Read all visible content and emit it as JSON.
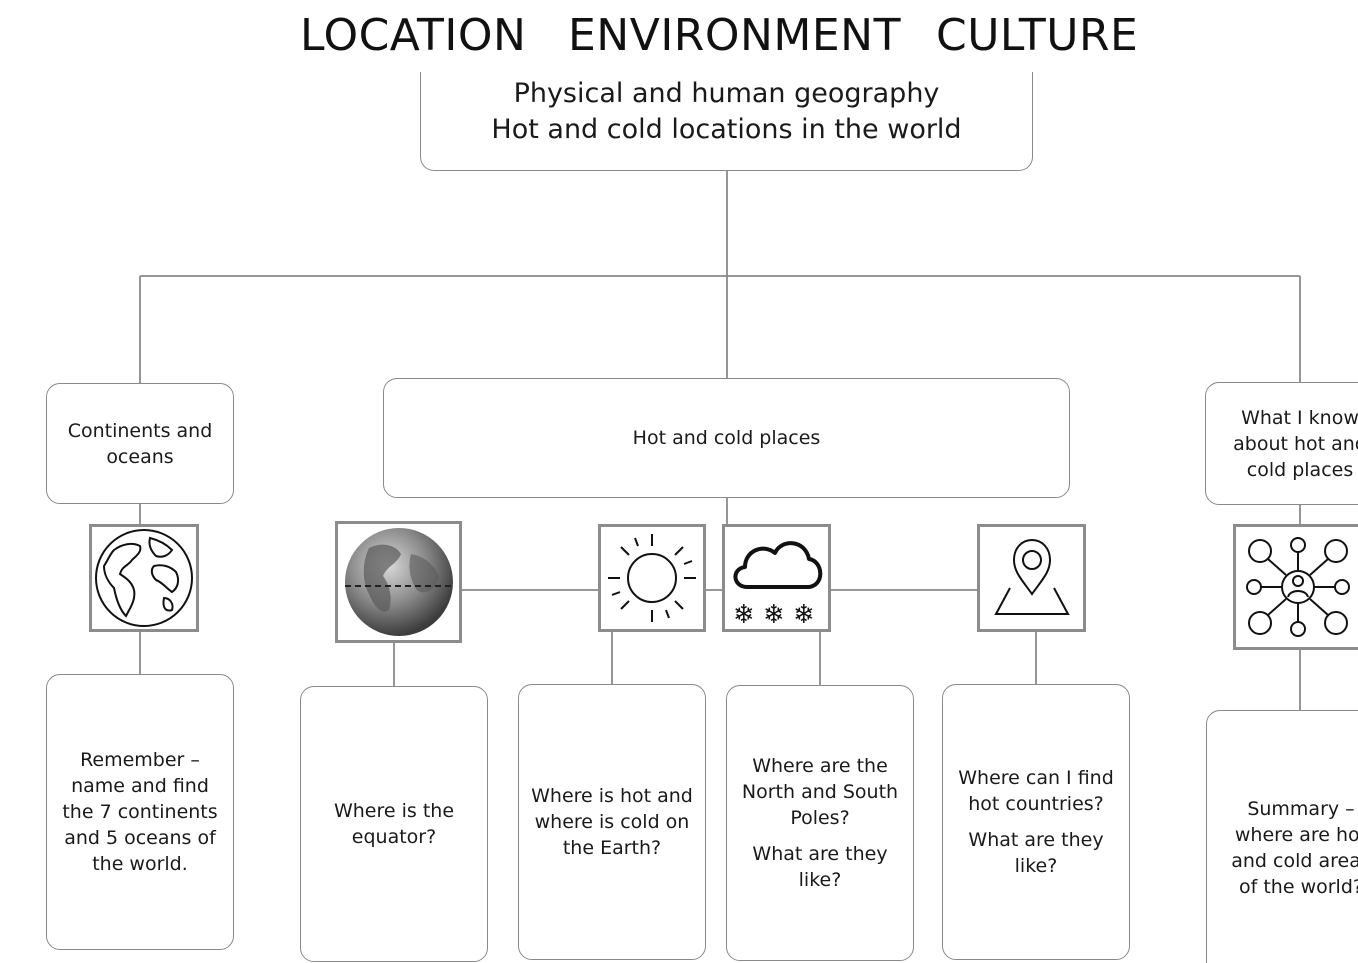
{
  "heading": {
    "location": "LOCATION",
    "environment": "ENVIRONMENT",
    "culture": "CULTURE"
  },
  "root": {
    "line1": "Physical and human geography",
    "line2": "Hot and cold locations in the world"
  },
  "branches": {
    "left": "Continents and oceans",
    "middle": "Hot and cold places",
    "right": "What I know about hot and cold places"
  },
  "lessons": {
    "continents": "Remember – name and find the 7 continents and 5 oceans of the world.",
    "equator": "Where is the equator?",
    "hot_cold": "Where is hot and where is cold on the Earth?",
    "poles_q1": "Where are the North and South Poles?",
    "poles_q2": "What are they like?",
    "hot_countries_q1": "Where can I find hot countries?",
    "hot_countries_q2": "What are they like?",
    "summary": "Summary – where are hot and cold areas of the world?"
  },
  "icons": [
    "globe-outline-icon",
    "earth-equator-icon",
    "sun-icon",
    "cloud-snow-icon",
    "map-pin-icon",
    "network-people-icon"
  ],
  "colors": {
    "line": "#8a8a8a",
    "icon_border": "#8c8c8c",
    "text": "#1a1a1a"
  }
}
